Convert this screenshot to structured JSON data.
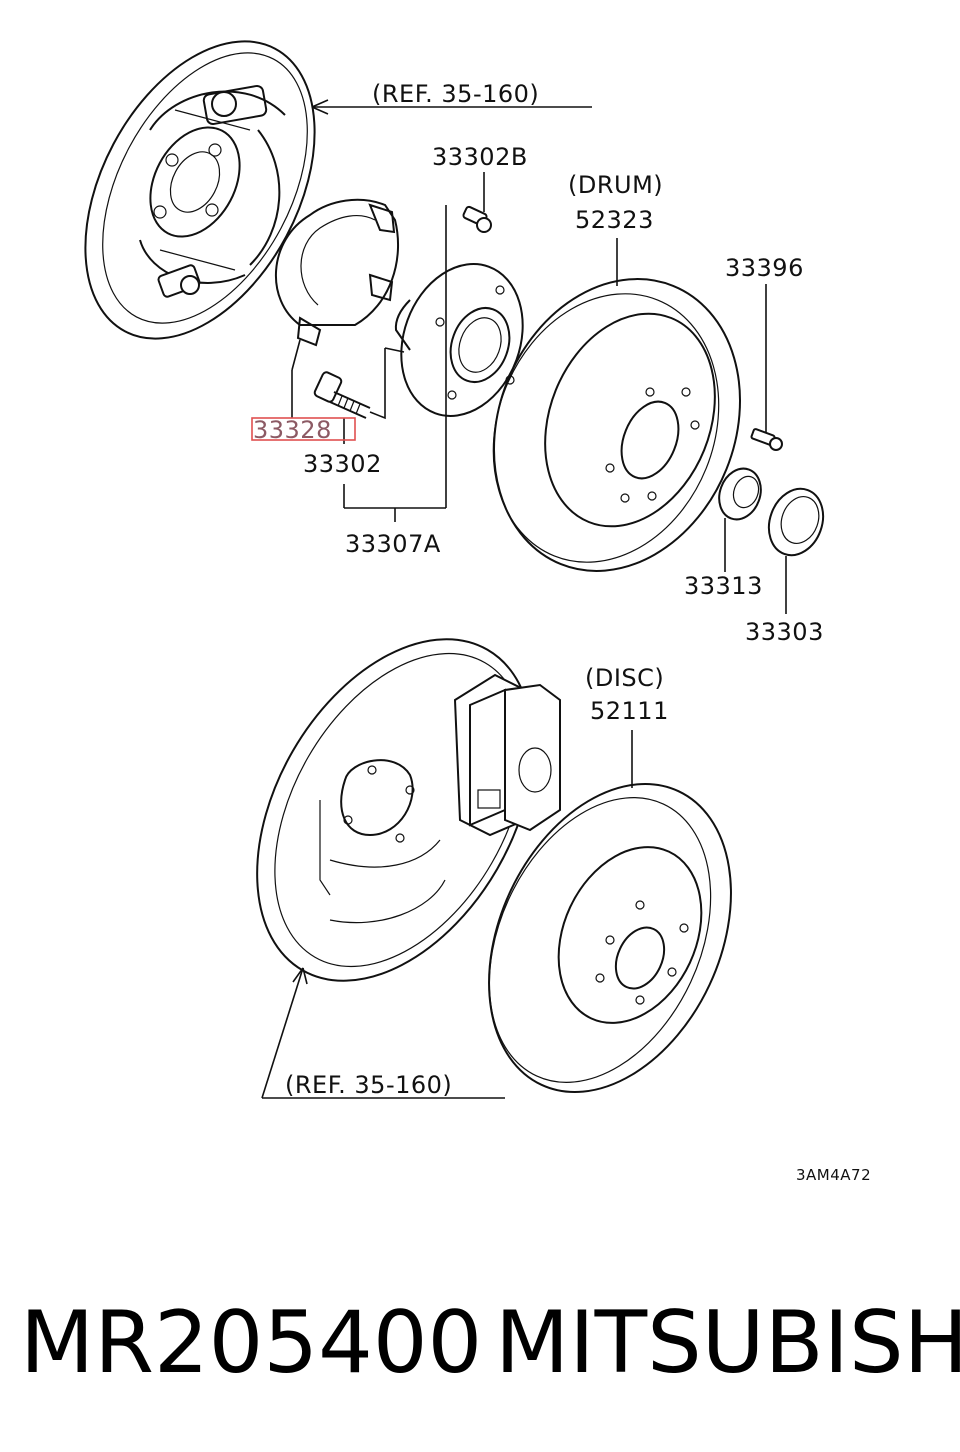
{
  "diagram": {
    "labels": {
      "ref_top": "(REF. 35-160)",
      "p33302B": "33302B",
      "drum_note": "(DRUM)",
      "p52323": "52323",
      "p33396": "33396",
      "p33328": "33328",
      "p33302": "33302",
      "p33307A": "33307A",
      "p33313": "33313",
      "p33303": "33303",
      "disc_note": "(DISC)",
      "p52111": "52111",
      "ref_bottom": "(REF. 35-160)",
      "diagram_code": "3AM4A72"
    },
    "highlight": {
      "part": "33328",
      "color": "#e05050"
    }
  },
  "footer": {
    "part_number": "MR205400",
    "brand": "MITSUBISHI"
  }
}
